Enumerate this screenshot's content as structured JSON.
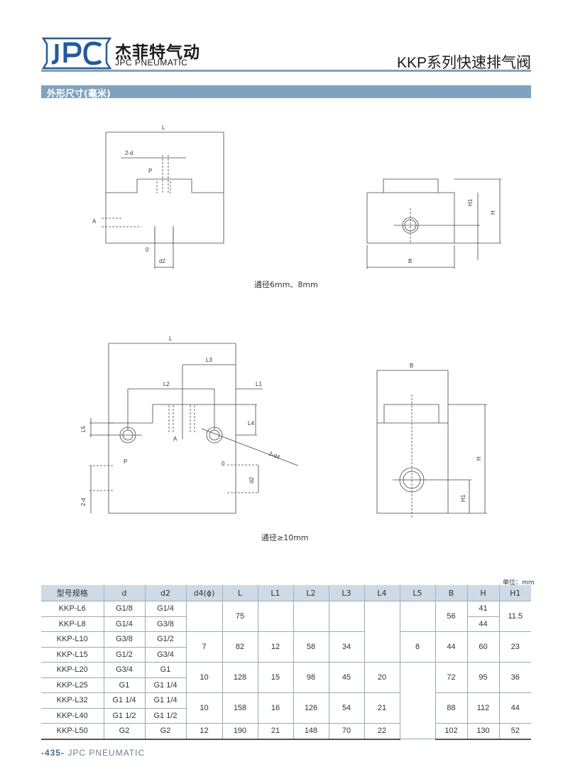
{
  "header": {
    "brand_cn": "杰菲特气动",
    "brand_en": "JPC PNEUMATIC",
    "series_code": "KKP",
    "series_title": "系列快速排气阀"
  },
  "section": {
    "title": "外形尺寸(毫米)"
  },
  "drawings": {
    "caption_1": "通径6mm、8mm",
    "caption_2": "通径≥10mm",
    "labels": {
      "L": "L",
      "L1": "L1",
      "L2": "L2",
      "L3": "L3",
      "L4": "L4",
      "L5": "L5",
      "two_d": "2-d",
      "two_d4": "2-d4",
      "d2": "d2",
      "P": "P",
      "A": "A",
      "zero": "0",
      "B": "B",
      "H": "H",
      "H1": "H1"
    }
  },
  "table": {
    "unit": "单位：mm",
    "headers": [
      "型号规格",
      "d",
      "d2",
      "d4(ϕ)",
      "L",
      "L1",
      "L2",
      "L3",
      "L4",
      "L5",
      "B",
      "H",
      "H1"
    ],
    "rows": [
      {
        "model": "KKP-L6",
        "d": "G1/8",
        "d2": "G1/4",
        "H": "41"
      },
      {
        "model": "KKP-L8",
        "d": "G1/4",
        "d2": "G3/8",
        "H": "44"
      },
      {
        "model": "KKP-L10",
        "d": "G3/8",
        "d2": "G1/2"
      },
      {
        "model": "KKP-L15",
        "d": "G1/2",
        "d2": "G3/4"
      },
      {
        "model": "KKP-L20",
        "d": "G3/4",
        "d2": "G1"
      },
      {
        "model": "KKP-L25",
        "d": "G1",
        "d2": "G1 1/4"
      },
      {
        "model": "KKP-L32",
        "d": "G1 1/4",
        "d2": "G1 1/4"
      },
      {
        "model": "KKP-L40",
        "d": "G1 1/2",
        "d2": "G1 1/2"
      },
      {
        "model": "KKP-L50",
        "d": "G2",
        "d2": "G2"
      }
    ],
    "groups": {
      "g1": {
        "L": "75",
        "B": "56",
        "H1": "11.5"
      },
      "g_mid": {
        "d4": "7",
        "L": "82",
        "L1": "12",
        "L2": "58",
        "L3": "34",
        "B": "44",
        "H": "60",
        "H1": "23"
      },
      "L5_shared": "8",
      "g3": {
        "d4": "10",
        "L": "128",
        "L1": "15",
        "L2": "98",
        "L3": "45",
        "L4": "20",
        "B": "72",
        "H": "95",
        "H1": "36"
      },
      "g4": {
        "d4": "10",
        "L": "158",
        "L1": "16",
        "L2": "126",
        "L3": "54",
        "L4": "21",
        "B": "88",
        "H": "112",
        "H1": "44"
      },
      "g5": {
        "d4": "12",
        "L": "190",
        "L1": "21",
        "L2": "148",
        "L3": "70",
        "L4": "22",
        "B": "102",
        "H": "130",
        "H1": "52"
      }
    }
  },
  "footer": {
    "page": "-435-",
    "brand": "JPC PNEUMATIC"
  },
  "colors": {
    "accent": "#7ea3c0",
    "logo_blue": "#1e5aa8",
    "table_header": "#cddbe6"
  }
}
